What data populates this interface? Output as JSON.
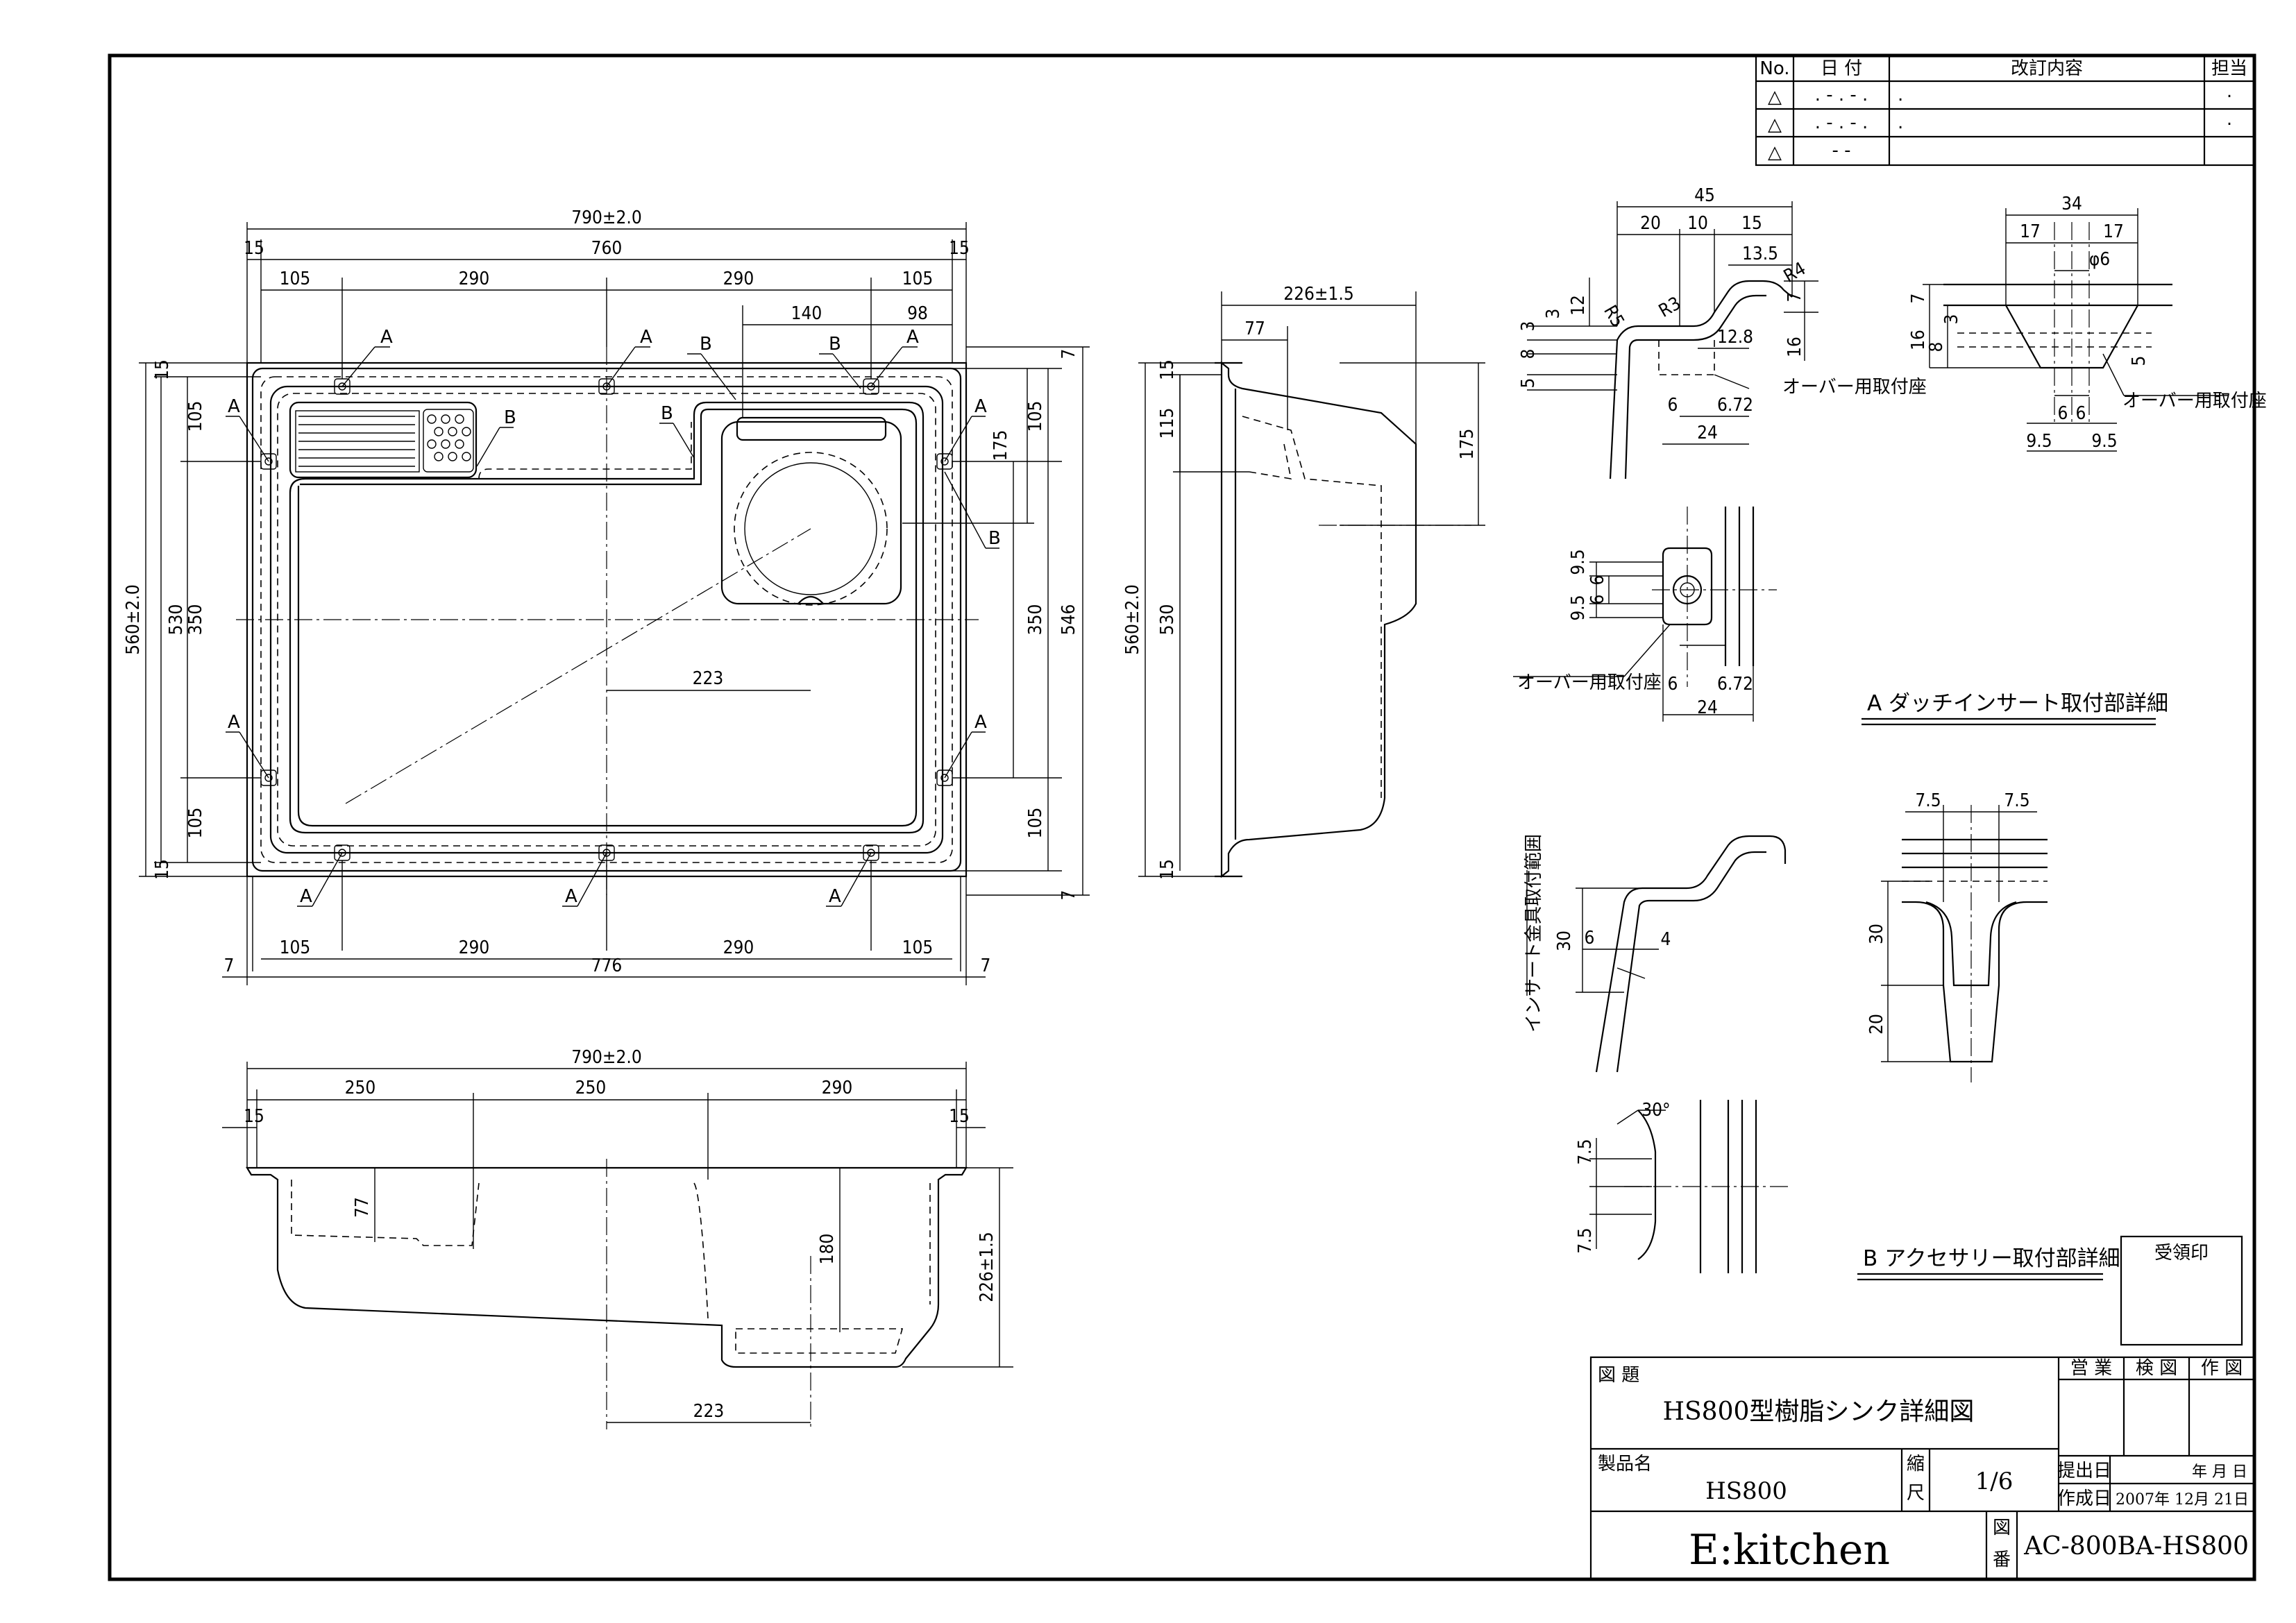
{
  "revision_table": {
    "headers": [
      "No.",
      "日 付",
      "改訂内容",
      "担当"
    ],
    "rows": [
      {
        "no": "△",
        "date": ". - . - .",
        "content": ".",
        "person": "."
      },
      {
        "no": "△",
        "date": ". - . - .",
        "content": ".",
        "person": "."
      },
      {
        "no": "△",
        "date": "-   -",
        "content": "",
        "person": ""
      }
    ]
  },
  "plan_view": {
    "dims_top": [
      "790±2.0",
      "760",
      "15",
      "15",
      "105",
      "290",
      "290",
      "105",
      "140",
      "98"
    ],
    "dims_bottom": [
      "105",
      "290",
      "290",
      "105",
      "7",
      "776",
      "7"
    ],
    "dims_left": [
      "560±2.0",
      "530",
      "350",
      "105",
      "105",
      "15",
      "15"
    ],
    "dims_right": [
      "7",
      "105",
      "175",
      "105",
      "350",
      "546",
      "7"
    ],
    "center_dim": "223",
    "markers": [
      "A",
      "B"
    ]
  },
  "side_view": {
    "dims": [
      "226±1.5",
      "77",
      "15",
      "115",
      "175",
      "560±2.0",
      "530",
      "15"
    ]
  },
  "front_section": {
    "dims": [
      "790±2.0",
      "250",
      "250",
      "290",
      "15",
      "15",
      "77",
      "180",
      "226±1.5",
      "223"
    ]
  },
  "detail_a": {
    "title": "A  ダッチインサート取付部詳細",
    "dims_top": [
      "45",
      "20",
      "10",
      "15",
      "13.5",
      "R4",
      "R3",
      "R5",
      "12",
      "3",
      "3",
      "8",
      "5",
      "7",
      "16",
      "12.8",
      "6",
      "6.72",
      "24"
    ],
    "dims_plan": [
      "9.5",
      "9.5",
      "6",
      "6",
      "6",
      "6.72",
      "24"
    ],
    "label_seat": "オーバー用取付座",
    "dims_right": [
      "34",
      "17",
      "17",
      "φ6",
      "7",
      "16",
      "8",
      "3",
      "5",
      "6",
      "6",
      "9.5",
      "9.5"
    ]
  },
  "detail_b": {
    "title": "B  アクセサリー取付部詳細",
    "label_range": "インサート金具取付範囲",
    "dims": [
      "30",
      "6",
      "4",
      "7.5",
      "7.5",
      "30",
      "20",
      "7.5",
      "7.5",
      "30°"
    ]
  },
  "stamp_box": {
    "label": "受領印"
  },
  "title_block": {
    "title_label": "図 題",
    "title": "HS800型樹脂シンク詳細図",
    "product_label": "製品名",
    "product": "HS800",
    "scale_label_1": "縮",
    "scale_label_2": "尺",
    "scale": "1/6",
    "company": "E:kitchen",
    "drawing_no_label_1": "図",
    "drawing_no_label_2": "番",
    "drawing_no": "AC-800BA-HS800",
    "sign_headers": [
      "営 業",
      "検 図",
      "作 図"
    ],
    "submit_label": "提出日",
    "submit_date": "年    月    日",
    "created_label": "作成日",
    "created_date": "2007年 12月 21日"
  }
}
